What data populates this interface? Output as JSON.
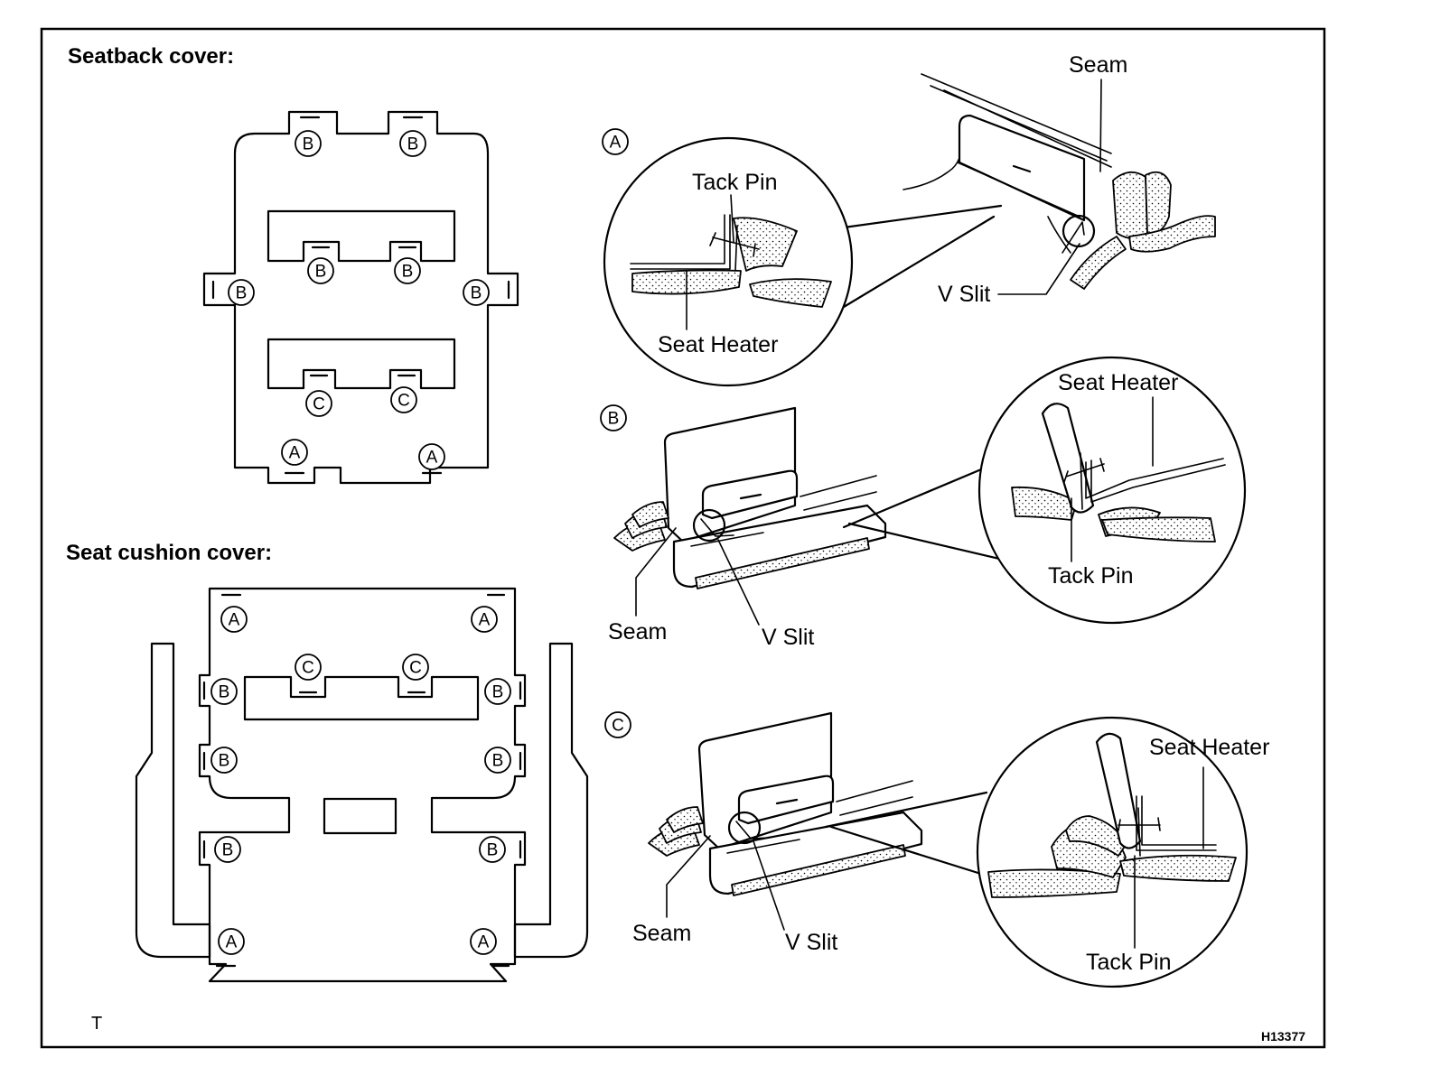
{
  "headers": {
    "seatback": "Seatback cover:",
    "cushion": "Seat cushion cover:"
  },
  "markers": {
    "a": "A",
    "b": "B",
    "c": "C"
  },
  "labels": {
    "seam": "Seam",
    "tack_pin": "Tack Pin",
    "seat_heater": "Seat Heater",
    "v_slit": "V Slit"
  },
  "footer": {
    "corner_mark": "T",
    "figure_id": "H13377"
  }
}
